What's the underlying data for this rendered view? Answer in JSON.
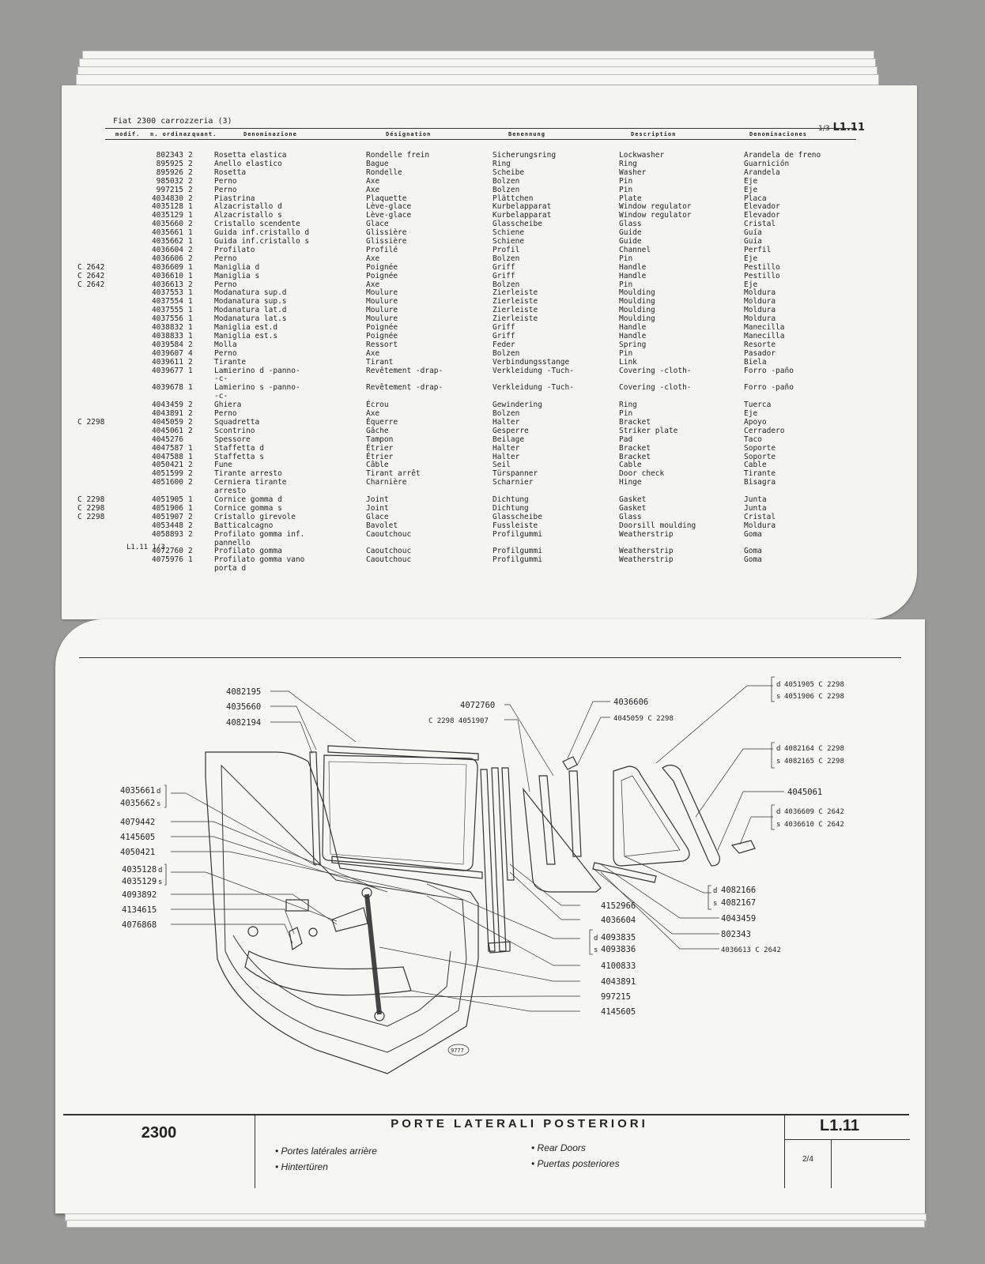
{
  "catalog": {
    "title": "Fiat 2300 carrozzeria  (3)",
    "page_fraction": "1/3",
    "page_code": "L1.11",
    "footer_ref": "L1.11  1/3",
    "columns": [
      "modif.",
      "n. ordinaz.",
      "quant.",
      "Denominazione",
      "Désignation",
      "Benennung",
      "Description",
      "Denominaciones"
    ],
    "rows": [
      {
        "mod": "",
        "num": "802343",
        "qty": "2",
        "it": "Rosetta elastica",
        "fr": "Rondelle frein",
        "de": "Sicherungsring",
        "en": "Lockwasher",
        "es": "Arandela de freno"
      },
      {
        "mod": "",
        "num": "895925",
        "qty": "2",
        "it": "Anello elastico",
        "fr": "Bague",
        "de": "Ring",
        "en": "Ring",
        "es": "Guarnición"
      },
      {
        "mod": "",
        "num": "895926",
        "qty": "2",
        "it": "Rosetta",
        "fr": "Rondelle",
        "de": "Scheibe",
        "en": "Washer",
        "es": "Arandela"
      },
      {
        "mod": "",
        "num": "985032",
        "qty": "2",
        "it": "Perno",
        "fr": "Axe",
        "de": "Bolzen",
        "en": "Pin",
        "es": "Eje"
      },
      {
        "mod": "",
        "num": "997215",
        "qty": "2",
        "it": "Perno",
        "fr": "Axe",
        "de": "Bolzen",
        "en": "Pin",
        "es": "Eje"
      },
      {
        "mod": "",
        "num": "4034830",
        "qty": "2",
        "it": "Piastrina",
        "fr": "Plaquette",
        "de": "Plättchen",
        "en": "Plate",
        "es": "Placa"
      },
      {
        "mod": "",
        "num": "4035128",
        "qty": "1",
        "it": "Alzacristallo d",
        "fr": "Lève-glace",
        "de": "Kurbelapparat",
        "en": "Window regulator",
        "es": "Elevador"
      },
      {
        "mod": "",
        "num": "4035129",
        "qty": "1",
        "it": "Alzacristallo s",
        "fr": "Lève-glace",
        "de": "Kurbelapparat",
        "en": "Window regulator",
        "es": "Elevador"
      },
      {
        "mod": "",
        "num": "4035660",
        "qty": "2",
        "it": "Cristallo scendente",
        "fr": "Glace",
        "de": "Glasscheibe",
        "en": "Glass",
        "es": "Cristal"
      },
      {
        "mod": "",
        "num": "4035661",
        "qty": "1",
        "it": "Guida inf.cristallo d",
        "fr": "Glissière",
        "de": "Schiene",
        "en": "Guide",
        "es": "Guía"
      },
      {
        "mod": "",
        "num": "4035662",
        "qty": "1",
        "it": "Guida inf.cristallo s",
        "fr": "Glissière",
        "de": "Schiene",
        "en": "Guide",
        "es": "Guía"
      },
      {
        "mod": "",
        "num": "4036604",
        "qty": "2",
        "it": "Profilato",
        "fr": "Profilé",
        "de": "Profil",
        "en": "Channel",
        "es": "Perfil"
      },
      {
        "mod": "",
        "num": "4036606",
        "qty": "2",
        "it": "Perno",
        "fr": "Axe",
        "de": "Bolzen",
        "en": "Pin",
        "es": "Eje"
      },
      {
        "mod": "C 2642",
        "num": "4036609",
        "qty": "1",
        "it": "Maniglia d",
        "fr": "Poignée",
        "de": "Griff",
        "en": "Handle",
        "es": "Pestillo"
      },
      {
        "mod": "C 2642",
        "num": "4036610",
        "qty": "1",
        "it": "Maniglia s",
        "fr": "Poignée",
        "de": "Griff",
        "en": "Handle",
        "es": "Pestillo"
      },
      {
        "mod": "C 2642",
        "num": "4036613",
        "qty": "2",
        "it": "Perno",
        "fr": "Axe",
        "de": "Bolzen",
        "en": "Pin",
        "es": "Eje"
      },
      {
        "mod": "",
        "num": "4037553",
        "qty": "1",
        "it": "Modanatura sup.d",
        "fr": "Moulure",
        "de": "Zierleiste",
        "en": "Moulding",
        "es": "Moldura"
      },
      {
        "mod": "",
        "num": "4037554",
        "qty": "1",
        "it": "Modanatura sup.s",
        "fr": "Moulure",
        "de": "Zierleiste",
        "en": "Moulding",
        "es": "Moldura"
      },
      {
        "mod": "",
        "num": "4037555",
        "qty": "1",
        "it": "Modanatura lat.d",
        "fr": "Moulure",
        "de": "Zierleiste",
        "en": "Moulding",
        "es": "Moldura"
      },
      {
        "mod": "",
        "num": "4037556",
        "qty": "1",
        "it": "Modanatura lat.s",
        "fr": "Moulure",
        "de": "Zierleiste",
        "en": "Moulding",
        "es": "Moldura"
      },
      {
        "mod": "",
        "num": "4038832",
        "qty": "1",
        "it": "Maniglia est.d",
        "fr": "Poignée",
        "de": "Griff",
        "en": "Handle",
        "es": "Manecilla"
      },
      {
        "mod": "",
        "num": "4038833",
        "qty": "1",
        "it": "Maniglia est.s",
        "fr": "Poignée",
        "de": "Griff",
        "en": "Handle",
        "es": "Manecilla"
      },
      {
        "mod": "",
        "num": "4039584",
        "qty": "2",
        "it": "Molla",
        "fr": "Ressort",
        "de": "Feder",
        "en": "Spring",
        "es": "Resorte"
      },
      {
        "mod": "",
        "num": "4039607",
        "qty": "4",
        "it": "Perno",
        "fr": "Axe",
        "de": "Bolzen",
        "en": "Pin",
        "es": "Pasador"
      },
      {
        "mod": "",
        "num": "4039611",
        "qty": "2",
        "it": "Tirante",
        "fr": "Tirant",
        "de": "Verbindungsstange",
        "en": "Link",
        "es": "Biela"
      },
      {
        "mod": "",
        "num": "4039677",
        "qty": "1",
        "it": "Lamierino d -panno-",
        "fr": "Revêtement -drap-",
        "de": "Verkleidung -Tuch-",
        "en": "Covering -cloth-",
        "es": "Forro -paño"
      },
      {
        "mod": "",
        "num": "",
        "qty": "",
        "it": "-c-",
        "fr": "",
        "de": "",
        "en": "",
        "es": ""
      },
      {
        "mod": "",
        "num": "4039678",
        "qty": "1",
        "it": "Lamierino s -panno-",
        "fr": "Revêtement -drap-",
        "de": "Verkleidung -Tuch-",
        "en": "Covering -cloth-",
        "es": "Forro -paño"
      },
      {
        "mod": "",
        "num": "",
        "qty": "",
        "it": "-c-",
        "fr": "",
        "de": "",
        "en": "",
        "es": ""
      },
      {
        "mod": "",
        "num": "4043459",
        "qty": "2",
        "it": "Ghiera",
        "fr": "Écrou",
        "de": "Gewindering",
        "en": "Ring",
        "es": "Tuerca"
      },
      {
        "mod": "",
        "num": "4043891",
        "qty": "2",
        "it": "Perno",
        "fr": "Axe",
        "de": "Bolzen",
        "en": "Pin",
        "es": "Eje"
      },
      {
        "mod": "C 2298",
        "num": "4045059",
        "qty": "2",
        "it": "Squadretta",
        "fr": "Équerre",
        "de": "Halter",
        "en": "Bracket",
        "es": "Apoyo"
      },
      {
        "mod": "",
        "num": "4045061",
        "qty": "2",
        "it": "Scontrino",
        "fr": "Gâche",
        "de": "Gesperre",
        "en": "Striker plate",
        "es": "Cerradero"
      },
      {
        "mod": "",
        "num": "4045276",
        "qty": "",
        "it": "Spessore",
        "fr": "Tampon",
        "de": "Beilage",
        "en": "Pad",
        "es": "Taco"
      },
      {
        "mod": "",
        "num": "4047587",
        "qty": "1",
        "it": "Staffetta d",
        "fr": "Étrier",
        "de": "Halter",
        "en": "Bracket",
        "es": "Soporte"
      },
      {
        "mod": "",
        "num": "4047588",
        "qty": "1",
        "it": "Staffetta s",
        "fr": "Étrier",
        "de": "Halter",
        "en": "Bracket",
        "es": "Soporte"
      },
      {
        "mod": "",
        "num": "4050421",
        "qty": "2",
        "it": "Fune",
        "fr": "Câble",
        "de": "Seil",
        "en": "Cable",
        "es": "Cable"
      },
      {
        "mod": "",
        "num": "4051599",
        "qty": "2",
        "it": "Tirante arresto",
        "fr": "Tirant arrêt",
        "de": "Türspanner",
        "en": "Door check",
        "es": "Tirante"
      },
      {
        "mod": "",
        "num": "4051600",
        "qty": "2",
        "it": "Cerniera tirante",
        "fr": "Charnière",
        "de": "Scharnier",
        "en": "Hinge",
        "es": "Bisagra"
      },
      {
        "mod": "",
        "num": "",
        "qty": "",
        "it": "arresto",
        "fr": "",
        "de": "",
        "en": "",
        "es": ""
      },
      {
        "mod": "C 2298",
        "num": "4051905",
        "qty": "1",
        "it": "Cornice gomma d",
        "fr": "Joint",
        "de": "Dichtung",
        "en": "Gasket",
        "es": "Junta"
      },
      {
        "mod": "C 2298",
        "num": "4051906",
        "qty": "1",
        "it": "Cornice gomma s",
        "fr": "Joint",
        "de": "Dichtung",
        "en": "Gasket",
        "es": "Junta"
      },
      {
        "mod": "C 2298",
        "num": "4051907",
        "qty": "2",
        "it": "Cristallo girevole",
        "fr": "Glace",
        "de": "Glasscheibe",
        "en": "Glass",
        "es": "Cristal"
      },
      {
        "mod": "",
        "num": "4053448",
        "qty": "2",
        "it": "Batticalcagno",
        "fr": "Bavolet",
        "de": "Fussleiste",
        "en": "Doorsill moulding",
        "es": "Moldura"
      },
      {
        "mod": "",
        "num": "4058893",
        "qty": "2",
        "it": "Profilato gomma inf.",
        "fr": "Caoutchouc",
        "de": "Profilgummi",
        "en": "Weatherstrip",
        "es": "Goma"
      },
      {
        "mod": "",
        "num": "",
        "qty": "",
        "it": "pannello",
        "fr": "",
        "de": "",
        "en": "",
        "es": ""
      },
      {
        "mod": "",
        "num": "4072760",
        "qty": "2",
        "it": "Profilato gomma",
        "fr": "Caoutchouc",
        "de": "Profilgummi",
        "en": "Weatherstrip",
        "es": "Goma"
      },
      {
        "mod": "",
        "num": "4075976",
        "qty": "1",
        "it": "Profilato gomma vano",
        "fr": "Caoutchouc",
        "de": "Profilgummi",
        "en": "Weatherstrip",
        "es": "Goma"
      },
      {
        "mod": "",
        "num": "",
        "qty": "",
        "it": "porta d",
        "fr": "",
        "de": "",
        "en": "",
        "es": ""
      }
    ]
  },
  "diagram": {
    "labels": {
      "l1": "4082195",
      "l2": "4035660",
      "l3": "4082194",
      "l4": "4035661",
      "l4d": "d",
      "l5": "4035662",
      "l5s": "s",
      "l6": "4079442",
      "l7": "4145605",
      "l8": "4050421",
      "l9": "4035128",
      "l9d": "d",
      "l10": "4035129",
      "l10s": "s",
      "l11": "4093892",
      "l12": "4134615",
      "l13": "4076868",
      "t1": "4072760",
      "t2": "C 2298  4051907",
      "t3": "4036606",
      "t4": "4045059  C 2298",
      "r1d": "d",
      "r1": "4051905   C 2298",
      "r2s": "s",
      "r2": "4051906   C 2298",
      "r3d": "d",
      "r3": "4082164   C 2298",
      "r4s": "s",
      "r4": "4082165   C 2298",
      "r5": "4045061",
      "r6d": "d",
      "r6": "4036609   C 2642",
      "r7s": "s",
      "r7": "4036610   C 2642",
      "r8d": "d",
      "r8": "4082166",
      "r9s": "s",
      "r9": "4082167",
      "r10": "4043459",
      "r11": "802343",
      "r12": "4036613  C 2642",
      "b1": "4152966",
      "b2": "4036604",
      "b3d": "d",
      "b3": "4093835",
      "b4s": "s",
      "b4": "4093836",
      "b5": "4100833",
      "b6": "4043891",
      "b7": "997215",
      "b8": "4145605",
      "fig": "9777"
    }
  },
  "title_block": {
    "model": "2300",
    "title": "PORTE LATERALI POSTERIORI",
    "fr": "Portes latérales arrière",
    "de": "Hintertüren",
    "en": "Rear Doors",
    "es": "Puertas posteriores",
    "code": "L1.11",
    "page": "2/4"
  }
}
